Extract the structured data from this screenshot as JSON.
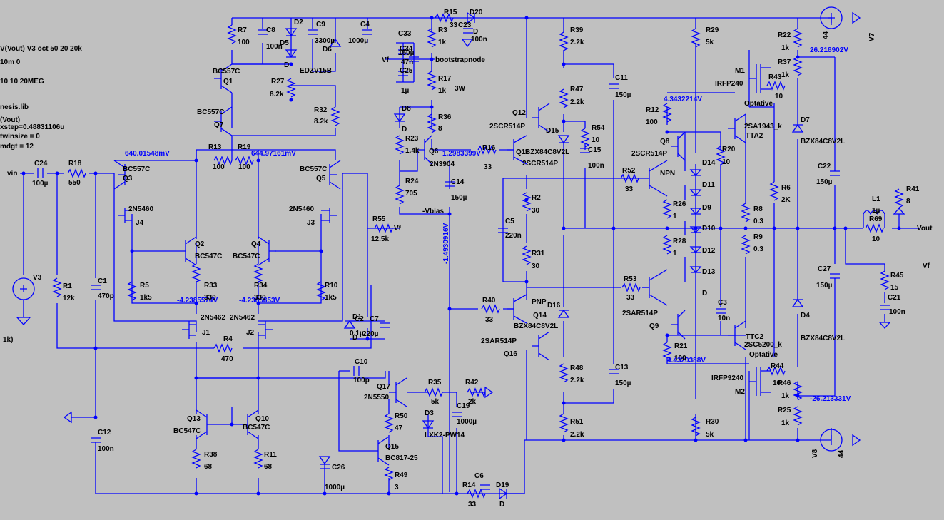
{
  "colors": {
    "background": "#c0c0c0",
    "wire": "#0000ff",
    "text": "#000000",
    "node_voltage": "#0000ff"
  },
  "directives": [
    "V(Vout) V3 oct 50 20 20k",
    "10m 0",
    "10 10 20MEG",
    "nesis.lib",
    "(Vout)",
    "xstep=0.48831106u",
    "twinsize = 0",
    "mdgt = 12",
    "1k)"
  ],
  "node_voltages": [
    "640.01548mV",
    "644.97161mV",
    "-4.2385574V",
    "-4.2385853V",
    "1.2983399V",
    "-1.4930916V",
    "4.3432214V",
    "4.4320388V",
    "26.218902V",
    "-26.213331V"
  ],
  "net_labels": [
    "vin",
    "Vf",
    "bootstrapnode",
    "-Vbias",
    "Vout",
    "Vf",
    "Vf",
    "3W",
    "NPN",
    "PNP",
    "Optative",
    "Optative"
  ],
  "components": [
    {
      "ref": "R7",
      "val": "100"
    },
    {
      "ref": "C8",
      "val": "100n"
    },
    {
      "ref": "D2",
      "val": ""
    },
    {
      "ref": "D5",
      "val": "D"
    },
    {
      "ref": "C9",
      "val": "3300µ"
    },
    {
      "ref": "D6",
      "val": "EDZV15B"
    },
    {
      "ref": "C4",
      "val": "1000µ"
    },
    {
      "ref": "R15",
      "val": "33"
    },
    {
      "ref": "D20",
      "val": "D"
    },
    {
      "ref": "C23",
      "val": "100n"
    },
    {
      "ref": "R3",
      "val": "1k"
    },
    {
      "ref": "C33",
      "val": "150µ"
    },
    {
      "ref": "C34",
      "val": "47n"
    },
    {
      "ref": "C25",
      "val": "1µ"
    },
    {
      "ref": "R17",
      "val": "1k"
    },
    {
      "ref": "R36",
      "val": "8"
    },
    {
      "ref": "D8",
      "val": "D"
    },
    {
      "ref": "R23",
      "val": "1.4k"
    },
    {
      "ref": "R24",
      "val": "705"
    },
    {
      "ref": "Q6",
      "val": "2N3904"
    },
    {
      "ref": "C14",
      "val": "150µ"
    },
    {
      "ref": "Q1",
      "val": "BC557C"
    },
    {
      "ref": "R27",
      "val": "8.2k"
    },
    {
      "ref": "Q7",
      "val": "BC557C"
    },
    {
      "ref": "R32",
      "val": "8.2k"
    },
    {
      "ref": "R13",
      "val": "100"
    },
    {
      "ref": "R19",
      "val": "100"
    },
    {
      "ref": "C24",
      "val": "100µ"
    },
    {
      "ref": "R18",
      "val": "550"
    },
    {
      "ref": "Q3",
      "val": "BC557C"
    },
    {
      "ref": "Q5",
      "val": "BC557C"
    },
    {
      "ref": "J4",
      "val": "2N5460"
    },
    {
      "ref": "J3",
      "val": "2N5460"
    },
    {
      "ref": "Q2",
      "val": "BC547C"
    },
    {
      "ref": "Q4",
      "val": "BC547C"
    },
    {
      "ref": "R5",
      "val": "1k5"
    },
    {
      "ref": "R33",
      "val": "330"
    },
    {
      "ref": "R34",
      "val": "330"
    },
    {
      "ref": "R10",
      "val": "1k5"
    },
    {
      "ref": "R55",
      "val": "12.5k"
    },
    {
      "ref": "V3",
      "val": ""
    },
    {
      "ref": "R1",
      "val": "12k"
    },
    {
      "ref": "C1",
      "val": "470p"
    },
    {
      "ref": "J1",
      "val": "2N5462"
    },
    {
      "ref": "J2",
      "val": "2N5462"
    },
    {
      "ref": "D1",
      "val": "D"
    },
    {
      "ref": "C2",
      "val": "0.1µ"
    },
    {
      "ref": "C7",
      "val": "220µ"
    },
    {
      "ref": "R4",
      "val": "470"
    },
    {
      "ref": "C10",
      "val": "100p"
    },
    {
      "ref": "Q17",
      "val": "2N5550"
    },
    {
      "ref": "R35",
      "val": "5k"
    },
    {
      "ref": "R42",
      "val": "2k"
    },
    {
      "ref": "C19",
      "val": "1000µ"
    },
    {
      "ref": "R50",
      "val": "47"
    },
    {
      "ref": "D3",
      "val": "LXK2-PW14"
    },
    {
      "ref": "Q15",
      "val": "BC817-25"
    },
    {
      "ref": "R49",
      "val": "3"
    },
    {
      "ref": "C12",
      "val": "100n"
    },
    {
      "ref": "Q13",
      "val": "BC547C"
    },
    {
      "ref": "Q10",
      "val": "BC547C"
    },
    {
      "ref": "R38",
      "val": "68"
    },
    {
      "ref": "R11",
      "val": "68"
    },
    {
      "ref": "C26",
      "val": "1000µ"
    },
    {
      "ref": "C6",
      "val": ""
    },
    {
      "ref": "R14",
      "val": "33"
    },
    {
      "ref": "D19",
      "val": "D"
    },
    {
      "ref": "R16",
      "val": "33"
    },
    {
      "ref": "Q12",
      "val": "2SCR514P"
    },
    {
      "ref": "Q11",
      "val": "2SCR514P"
    },
    {
      "ref": "BZX84C8V2L",
      "val": ""
    },
    {
      "ref": "R2",
      "val": "30"
    },
    {
      "ref": "C5",
      "val": "220n"
    },
    {
      "ref": "R31",
      "val": "30"
    },
    {
      "ref": "R40",
      "val": "33"
    },
    {
      "ref": "Q14",
      "val": "BZX84C8V2L"
    },
    {
      "ref": "Q16",
      "val": "2SAR514P"
    },
    {
      "ref": "R39",
      "val": "2.2k"
    },
    {
      "ref": "R47",
      "val": "2.2k"
    },
    {
      "ref": "D15",
      "val": ""
    },
    {
      "ref": "R54",
      "val": "10"
    },
    {
      "ref": "C15",
      "val": "100n"
    },
    {
      "ref": "C11",
      "val": "150µ"
    },
    {
      "ref": "D16",
      "val": ""
    },
    {
      "ref": "R48",
      "val": "2.2k"
    },
    {
      "ref": "C13",
      "val": "150µ"
    },
    {
      "ref": "R51",
      "val": "2.2k"
    },
    {
      "ref": "R52",
      "val": "33"
    },
    {
      "ref": "Q8",
      "val": "2SCR514P"
    },
    {
      "ref": "R12",
      "val": "100"
    },
    {
      "ref": "R26",
      "val": "1"
    },
    {
      "ref": "R28",
      "val": "1"
    },
    {
      "ref": "R53",
      "val": "33"
    },
    {
      "ref": "Q9",
      "val": "2SAR514P"
    },
    {
      "ref": "R21",
      "val": "100"
    },
    {
      "ref": "R29",
      "val": "5k"
    },
    {
      "ref": "R20",
      "val": "10"
    },
    {
      "ref": "D14",
      "val": ""
    },
    {
      "ref": "D11",
      "val": ""
    },
    {
      "ref": "D9",
      "val": ""
    },
    {
      "ref": "D10",
      "val": ""
    },
    {
      "ref": "D12",
      "val": ""
    },
    {
      "ref": "D13",
      "val": "D"
    },
    {
      "ref": "C3",
      "val": "10n"
    },
    {
      "ref": "R30",
      "val": "5k"
    },
    {
      "ref": "TTA2",
      "val": "2SA1943_k"
    },
    {
      "ref": "TTC2",
      "val": "2SC5200_k"
    },
    {
      "ref": "R8",
      "val": "0.3"
    },
    {
      "ref": "R9",
      "val": "0.3"
    },
    {
      "ref": "R6",
      "val": "2K"
    },
    {
      "ref": "M1",
      "val": "IRFP240"
    },
    {
      "ref": "R43",
      "val": "10"
    },
    {
      "ref": "M2",
      "val": "IRFP9240"
    },
    {
      "ref": "R44",
      "val": "10"
    },
    {
      "ref": "R22",
      "val": "1k"
    },
    {
      "ref": "R37",
      "val": "1k"
    },
    {
      "ref": "R46",
      "val": "1k"
    },
    {
      "ref": "R25",
      "val": "1k"
    },
    {
      "ref": "D7",
      "val": "BZX84C8V2L"
    },
    {
      "ref": "D4",
      "val": "BZX84C8V2L"
    },
    {
      "ref": "C22",
      "val": "150µ"
    },
    {
      "ref": "C27",
      "val": "150µ"
    },
    {
      "ref": "L1",
      "val": "1µ"
    },
    {
      "ref": "R69",
      "val": "10"
    },
    {
      "ref": "R41",
      "val": "8"
    },
    {
      "ref": "R45",
      "val": "15"
    },
    {
      "ref": "C21",
      "val": "100n"
    },
    {
      "ref": "V7",
      "val": "44"
    },
    {
      "ref": "V8",
      "val": "44"
    }
  ]
}
